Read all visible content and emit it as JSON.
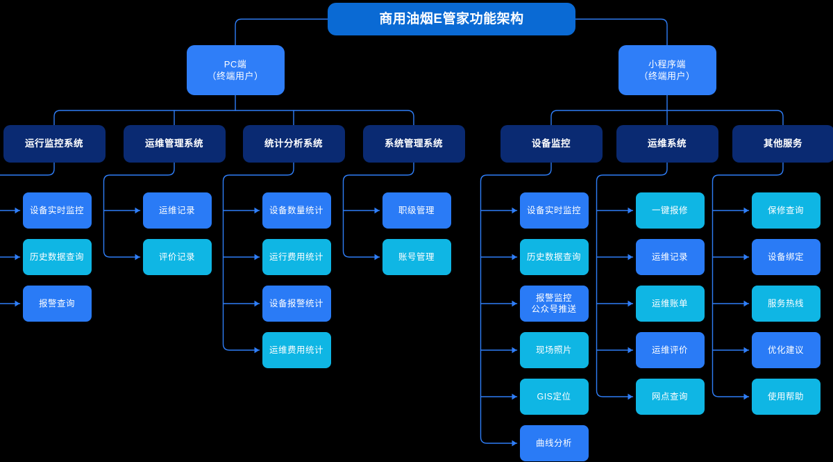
{
  "diagram": {
    "title": "商用油烟E管家功能架构",
    "type": "org-chart",
    "colors": {
      "root": "#0a6ad4",
      "client": "#2f7ef8",
      "system": "#0a2a72",
      "leaf_blue": "#2a7bf6",
      "leaf_cyan": "#0fb6e4",
      "connector": "#2f7ef8",
      "background": "#000000",
      "text": "#ffffff"
    },
    "root": {
      "label": "商用油烟E管家功能架构"
    },
    "branches": [
      {
        "id": "pc",
        "label": "PC端\n（终端用户）",
        "label_line1": "PC端",
        "label_line2": "（终端用户）",
        "systems": [
          {
            "id": "sys-yunxing-jiankong",
            "label": "运行监控系统",
            "leaves": [
              {
                "label": "设备实时监控",
                "color": "blue"
              },
              {
                "label": "历史数据查询",
                "color": "cyan"
              },
              {
                "label": "报警查询",
                "color": "blue"
              }
            ]
          },
          {
            "id": "sys-yunwei-guanli",
            "label": "运维管理系统",
            "leaves": [
              {
                "label": "运维记录",
                "color": "blue"
              },
              {
                "label": "评价记录",
                "color": "cyan"
              }
            ]
          },
          {
            "id": "sys-tongji-fenxi",
            "label": "统计分析系统",
            "leaves": [
              {
                "label": "设备数量统计",
                "color": "blue"
              },
              {
                "label": "运行费用统计",
                "color": "cyan"
              },
              {
                "label": "设备报警统计",
                "color": "blue"
              },
              {
                "label": "运维费用统计",
                "color": "cyan"
              }
            ]
          },
          {
            "id": "sys-xitong-guanli",
            "label": "系统管理系统",
            "leaves": [
              {
                "label": "职级管理",
                "color": "blue"
              },
              {
                "label": "账号管理",
                "color": "cyan"
              }
            ]
          }
        ]
      },
      {
        "id": "mini",
        "label": "小程序端\n（终端用户）",
        "label_line1": "小程序端",
        "label_line2": "（终端用户）",
        "systems": [
          {
            "id": "sys-shebei-jiankong",
            "label": "设备监控",
            "leaves": [
              {
                "label": "设备实时监控",
                "color": "blue"
              },
              {
                "label": "历史数据查询",
                "color": "cyan"
              },
              {
                "label": "报警监控\n公众号推送",
                "color": "blue"
              },
              {
                "label": "现场照片",
                "color": "cyan"
              },
              {
                "label": "GIS定位",
                "color": "cyan"
              },
              {
                "label": "曲线分析",
                "color": "blue"
              }
            ]
          },
          {
            "id": "sys-yunwei-xitong",
            "label": "运维系统",
            "leaves": [
              {
                "label": "一键报修",
                "color": "cyan"
              },
              {
                "label": "运维记录",
                "color": "blue"
              },
              {
                "label": "运维账单",
                "color": "cyan"
              },
              {
                "label": "运维评价",
                "color": "blue"
              },
              {
                "label": "网点查询",
                "color": "cyan"
              }
            ]
          },
          {
            "id": "sys-qita-fuwu",
            "label": "其他服务",
            "leaves": [
              {
                "label": "保修查询",
                "color": "cyan"
              },
              {
                "label": "设备绑定",
                "color": "blue"
              },
              {
                "label": "服务热线",
                "color": "cyan"
              },
              {
                "label": "优化建议",
                "color": "blue"
              },
              {
                "label": "使用帮助",
                "color": "cyan"
              }
            ]
          }
        ]
      }
    ]
  }
}
